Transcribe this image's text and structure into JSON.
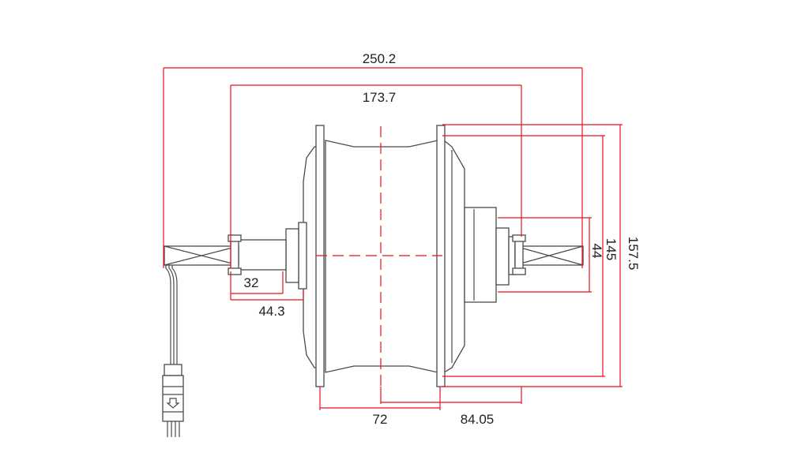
{
  "colors": {
    "dimension": "#e8101a",
    "outline": "#4a4a4a",
    "text": "#222222"
  },
  "dimensions": {
    "overall_axle_length": "250.2",
    "flange_outer_span": "173.7",
    "left_axle_flat": "32",
    "left_axle_to_hub": "44.3",
    "flange_spacing": "72",
    "flange_offset": "84.05",
    "hub_end_height": "44",
    "flange_height": "145",
    "overall_diameter": "157.5"
  }
}
